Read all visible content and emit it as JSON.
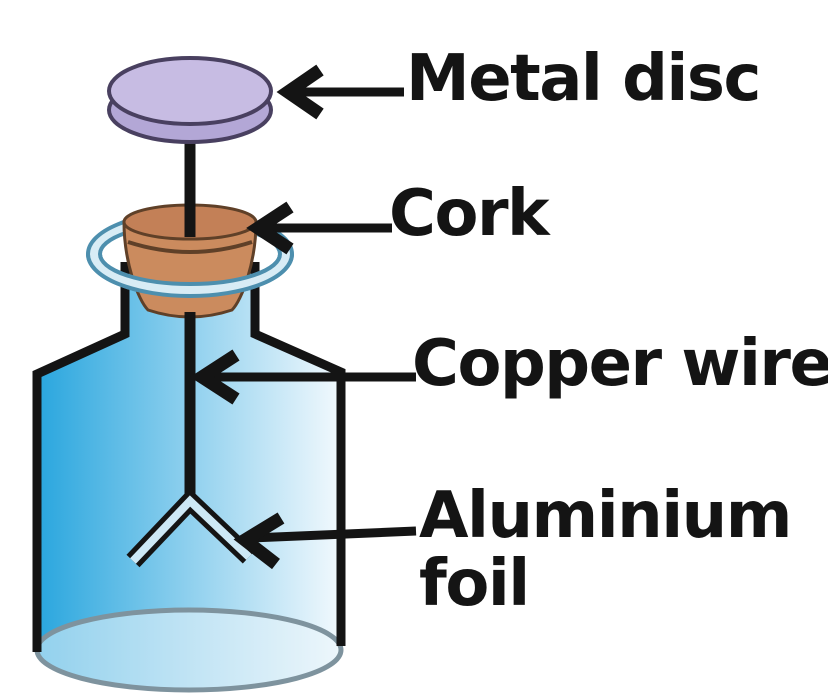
{
  "labels": {
    "metal_disc": "Metal disc",
    "cork": "Cork",
    "copper_wire": "Copper wire",
    "aluminium_foil": "Aluminium foil"
  },
  "colors": {
    "background": "#ffffff",
    "ink": "#141414",
    "bottle_left": "#29a6de",
    "bottle_mid": "#8fd0ee",
    "bottle_right": "#f2f9fd",
    "base_rim": "#7e939e",
    "base_fill": "rgba(234,244,249,0.55)",
    "rim_ring": "#4d8fae",
    "rim_ring_light": "#d8ecf5",
    "cork_body": "#cb8b5e",
    "cork_top": "#c38057",
    "cork_line": "#5f4028",
    "disc_top": "#c7bce3",
    "disc_side": "#b3a7d6",
    "disc_edge": "#494060",
    "foil_inner": "#cde8f5"
  }
}
